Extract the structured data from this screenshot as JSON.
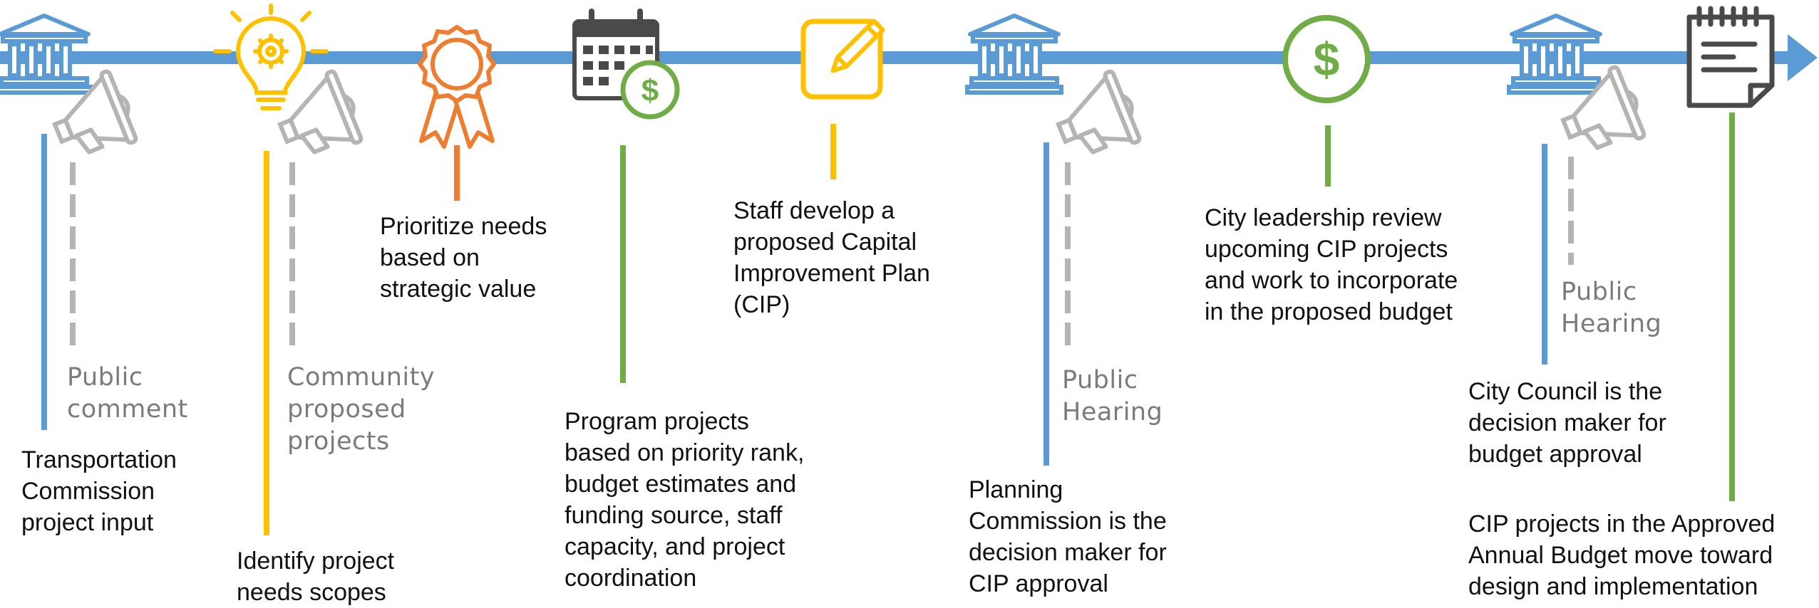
{
  "colors": {
    "blue": "#5b9bd5",
    "yellow": "#ffc000",
    "orange": "#ed7d31",
    "green": "#70ad47",
    "grey": "#b4b4b4",
    "dark": "#4a4a4a"
  },
  "icons": [
    "bank-icon",
    "lightbulb-gear-icon",
    "award-ribbon-icon",
    "calendar-dollar-icon",
    "pencil-edit-icon",
    "bank-icon",
    "dollar-circle-icon",
    "bank-icon",
    "notepad-icon",
    "megaphone-icon"
  ],
  "labels": {
    "public_comment": "Public\ncomment",
    "transportation_commission": "Transportation\nCommission\nproject input",
    "community_proposed": "Community\nproposed\nprojects",
    "identify_needs": "Identify project\nneeds scopes",
    "prioritize_needs": "Prioritize needs\nbased on\nstrategic value",
    "program_projects": "Program projects\nbased on priority rank,\nbudget estimates and\nfunding source, staff\ncapacity, and project\ncoordination",
    "staff_develop": "Staff develop a\nproposed Capital\nImprovement Plan\n(CIP)",
    "public_hearing_planning": "Public\nHearing",
    "planning_commission": "Planning\nCommission is the\ndecision maker for\nCIP approval",
    "city_leadership": "City leadership review\nupcoming CIP projects\nand work to incorporate\nin the proposed budget",
    "public_hearing_council": "Public\nHearing",
    "city_council": "City Council is the\ndecision maker for\nbudget approval",
    "cip_approved": "CIP projects in the Approved\nAnnual Budget  move toward\ndesign and implementation"
  },
  "dollar_sign": "$"
}
